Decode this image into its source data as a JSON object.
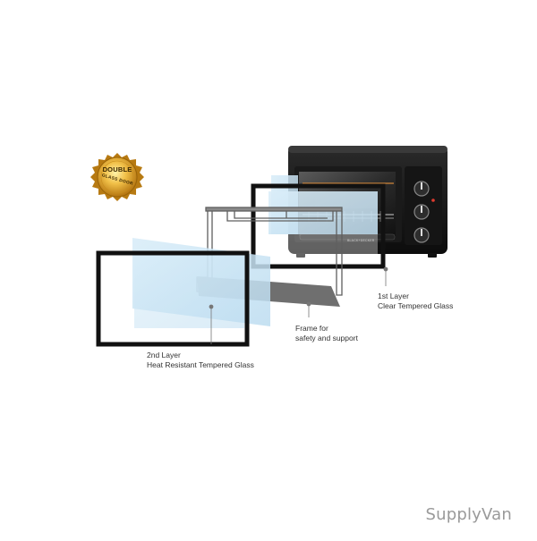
{
  "badge": {
    "line1": "DOUBLE",
    "line2": "GLASS DOOR"
  },
  "oven": {
    "brand": "BLACK+DECKER"
  },
  "callouts": {
    "first_layer": {
      "title": "1st Layer",
      "desc": "Clear Tempered Glass"
    },
    "frame": {
      "title": "Frame for",
      "desc": "safety and support"
    },
    "second_layer": {
      "title": "2nd Layer",
      "desc": "Heat Resistant Tempered Glass"
    }
  },
  "watermark": "SupplyVan",
  "colors": {
    "glass": "#cfe6f5",
    "frame_dark": "#111111",
    "bracket_gray": "#6e6e6e",
    "badge_gold": "#e1a21c"
  }
}
